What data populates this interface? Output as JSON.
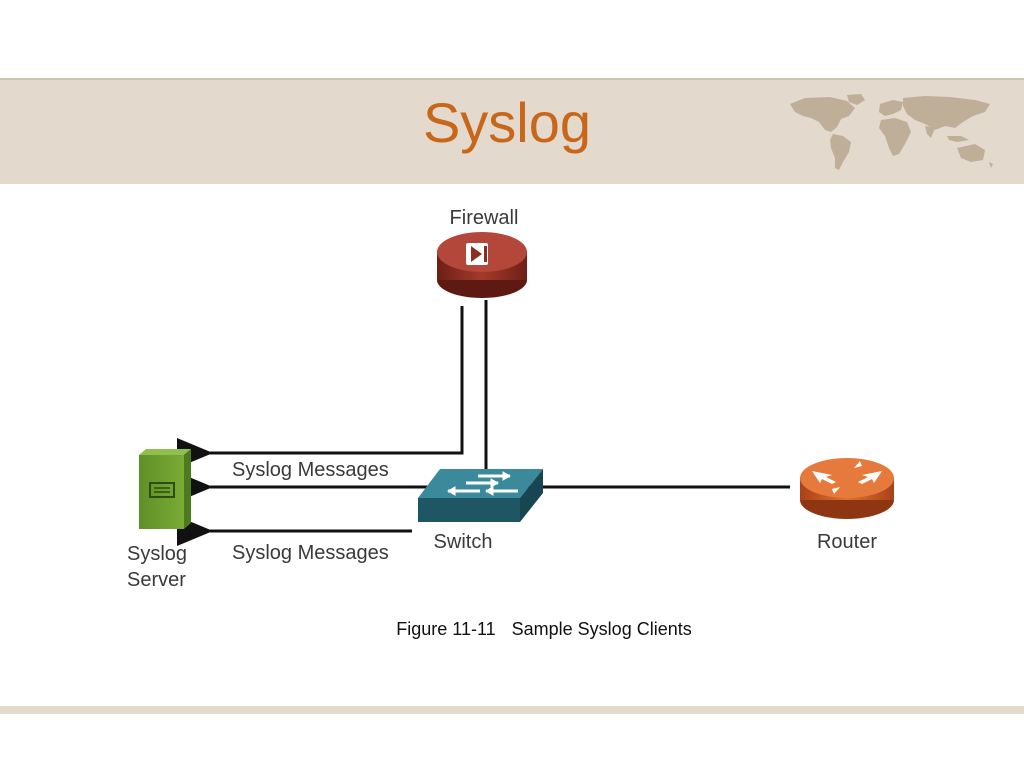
{
  "title": "Syslog",
  "diagram": {
    "nodes": {
      "firewall": "Firewall",
      "switch": "Switch",
      "router": "Router",
      "server_line1": "Syslog",
      "server_line2": "Server"
    },
    "edge_labels": {
      "upper": "Syslog Messages",
      "lower": "Syslog Messages"
    }
  },
  "caption": {
    "number": "Figure 11-11",
    "text": "Sample Syslog Clients"
  },
  "colors": {
    "title": "#c8661a",
    "header_band": "#e3d9cd",
    "firewall": "#8b2e22",
    "switch": "#2f6f7f",
    "router": "#c9531c",
    "server": "#6e9d2f"
  },
  "icons": [
    "world-map-icon",
    "firewall-icon",
    "switch-icon",
    "router-icon",
    "server-icon"
  ]
}
